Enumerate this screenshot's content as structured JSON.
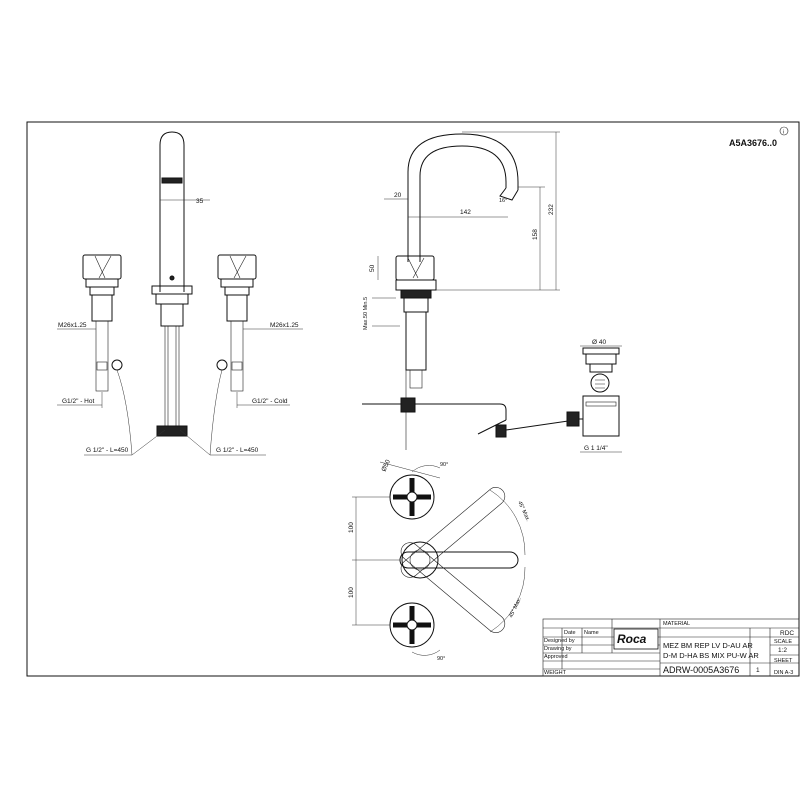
{
  "drawing": {
    "reference_code": "A5A3676..0",
    "info_symbol": "i"
  },
  "front_view": {
    "dim_spout_width": "35",
    "thread_left": "M26x1.25",
    "thread_right": "M26x1.25",
    "pipe_hot": "G1/2\" - Hot",
    "pipe_cold": "G1/2\" - Cold",
    "hose_left": "G 1/2\" - L=450",
    "hose_right": "G 1/2\" - L=450"
  },
  "side_view": {
    "dim_20": "20",
    "dim_142": "142",
    "dim_16deg": "16°",
    "dim_158": "158",
    "dim_232": "232",
    "dim_50": "50",
    "dim_max_min": "Max.50 Min.5"
  },
  "waste_view": {
    "dim_diameter": "Ø 40",
    "thread": "G 1 1/4\""
  },
  "top_view": {
    "dim_diameter_handle": "Ø50",
    "angle_top": "90°",
    "angle_bottom": "90°",
    "angle_max_top": "45° Max.",
    "angle_max_bottom": "45° Max.",
    "dim_100_top": "100",
    "dim_100_bottom": "100"
  },
  "title_block": {
    "logo": "Roca",
    "description_line1": "MEZ BM REP LV D-AU AR",
    "description_line2": "D-M D-HA BS MIX PU-W AR",
    "drawing_number": "ADRW-0005A3676",
    "company": "RDC",
    "scale_label": "SCALE",
    "scale_value": "1:2",
    "sheet_label": "SHEET",
    "format": "DIN A-3",
    "material_label": "MATERIAL",
    "row_date": "Date",
    "row_name": "Name",
    "row_designed": "Designed by",
    "row_drawn": "Drawing by",
    "row_approved": "Approved",
    "row_weight": "WEIGHT",
    "revision": "1"
  }
}
